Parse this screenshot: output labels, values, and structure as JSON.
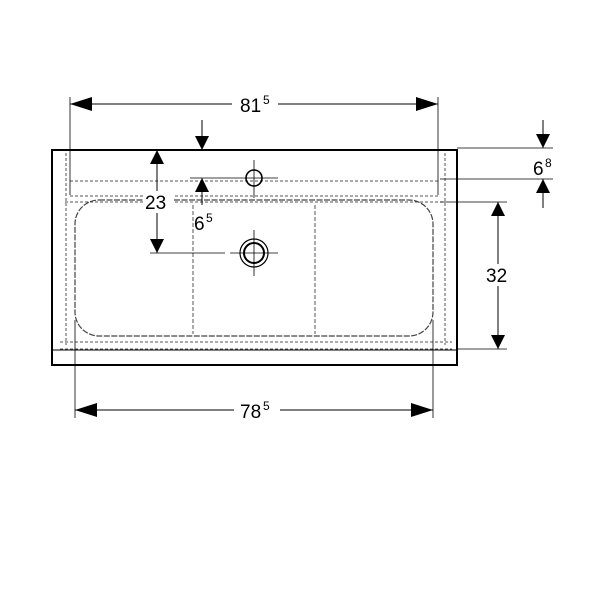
{
  "dimensions": {
    "overall_width": {
      "value": "81",
      "sup": "5"
    },
    "bowl_width": {
      "value": "78",
      "sup": "5"
    },
    "drain_offset": {
      "value": "23",
      "sup": ""
    },
    "tap_hole_offset": {
      "value": "6",
      "sup": "5"
    },
    "rim_depth": {
      "value": "6",
      "sup": "8"
    },
    "bowl_depth": {
      "value": "32",
      "sup": ""
    }
  },
  "colors": {
    "outline": "#000000",
    "hidden_line": "#555555",
    "background": "#ffffff"
  }
}
